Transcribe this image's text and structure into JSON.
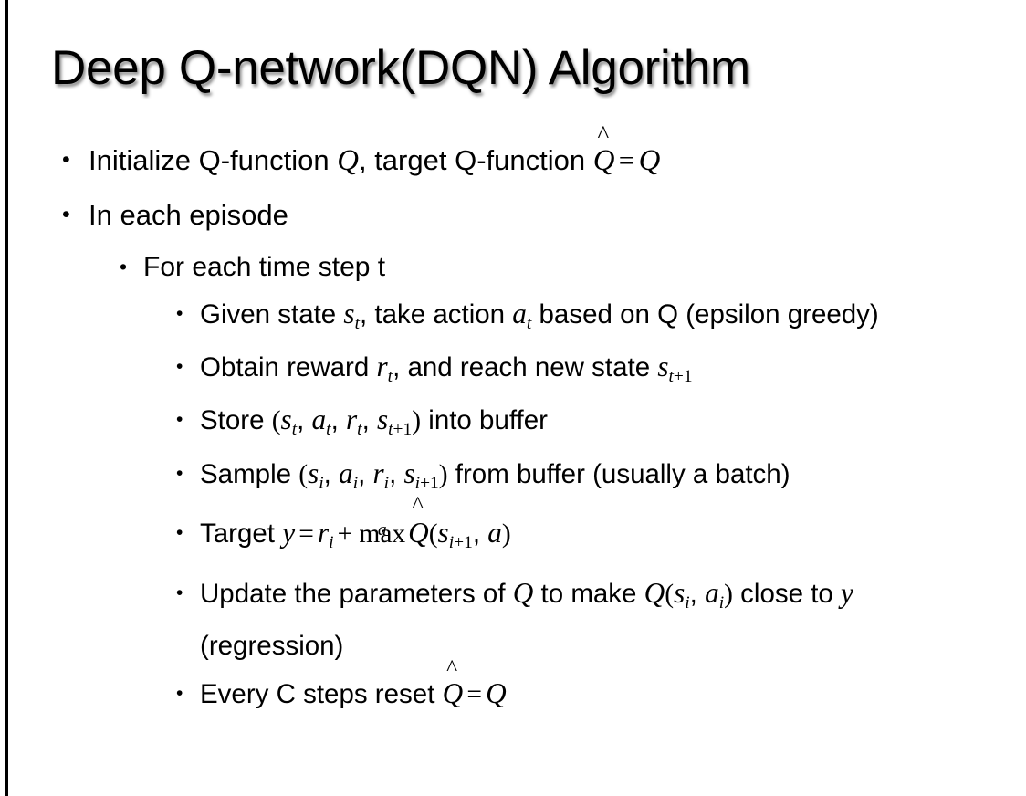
{
  "slide": {
    "title": "Deep Q-network(DQN) Algorithm",
    "background_color": "#ffffff",
    "text_color": "#000000",
    "accent_bar_color": "#000000",
    "bullet_glyph": "•"
  },
  "bullets": {
    "l1_initialize": {
      "pre": "Initialize Q-function ",
      "var_q": "Q",
      "mid": ", target Q-function ",
      "qhat_base": "Q",
      "qhat_accent": "^",
      "equals": "=",
      "var_q2": "Q"
    },
    "l1_in_each_episode": "In each episode",
    "l2_for_each_time_step": "For each time step t",
    "l3_given_state": {
      "pre": "Given state ",
      "s": "s",
      "s_sub": "t",
      "mid": ", take action ",
      "a": "a",
      "a_sub": "t",
      "post": " based on Q (epsilon greedy)"
    },
    "l3_obtain_reward": {
      "pre": "Obtain reward ",
      "r": "r",
      "r_sub": "t",
      "mid": ", and reach new state ",
      "s": "s",
      "s_sub_i": "t",
      "s_sub_plus": "+1"
    },
    "l3_store": {
      "pre": "Store ",
      "open": "(",
      "s": "s",
      "s_sub": "t",
      "c1": ", ",
      "a": "a",
      "a_sub": "t",
      "c2": ", ",
      "r": "r",
      "r_sub": "t",
      "c3": ", ",
      "s2": "s",
      "s2_sub_i": "t",
      "s2_sub_plus": "+1",
      "close": ")",
      "post": " into buffer"
    },
    "l3_sample": {
      "pre": "Sample ",
      "open": "(",
      "s": "s",
      "s_sub": "i",
      "c1": ", ",
      "a": "a",
      "a_sub": "i",
      "c2": ", ",
      "r": "r",
      "r_sub": "i",
      "c3": ", ",
      "s2": "s",
      "s2_sub_i": "i",
      "s2_sub_plus": "+1",
      "close": ")",
      "post": " from buffer (usually a batch)"
    },
    "l3_target": {
      "pre": "Target ",
      "y": "y",
      "equals": "=",
      "r": "r",
      "r_sub": "i",
      "plus": "+",
      "max": "max",
      "max_under": "a",
      "qhat_base": "Q",
      "qhat_accent": "^",
      "open": "(",
      "s": "s",
      "s_sub_i": "i",
      "s_sub_plus": "+1",
      "comma": ", ",
      "a": "a",
      "close": ")"
    },
    "l3_update": {
      "pre": "Update the parameters of ",
      "q1": "Q",
      "mid": " to make ",
      "q2": "Q",
      "open": "(",
      "s": "s",
      "s_sub": "i",
      "comma": ", ",
      "a": "a",
      "a_sub": "i",
      "close": ")",
      "post": " close to ",
      "y": "y",
      "tail": " (regression)"
    },
    "l3_every_c_steps": {
      "pre": "Every C steps reset ",
      "qhat_base": "Q",
      "qhat_accent": "^",
      "equals": "=",
      "q": "Q"
    }
  }
}
